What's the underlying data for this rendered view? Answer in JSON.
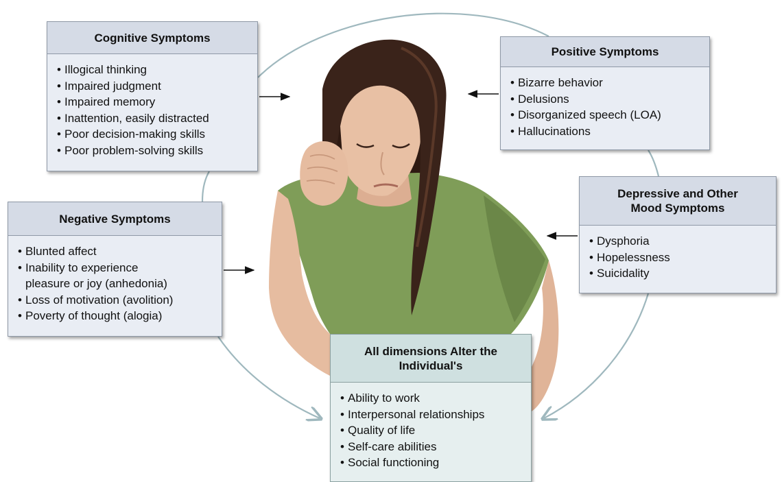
{
  "boxes": {
    "cognitive": {
      "title": "Cognitive Symptoms",
      "items": [
        "Illogical thinking",
        "Impaired judgment",
        "Impaired memory",
        "Inattention, easily distracted",
        "Poor decision-making skills",
        "Poor problem-solving skills"
      ]
    },
    "positive": {
      "title": "Positive Symptoms",
      "items": [
        "Bizarre behavior",
        "Delusions",
        "Disorganized speech (LOA)",
        "Hallucinations"
      ]
    },
    "negative": {
      "title": "Negative Symptoms",
      "items": [
        "Blunted affect",
        "Inability to experience",
        "pleasure or joy (anhedonia)",
        "Loss of motivation (avolition)",
        "Poverty of thought (alogia)"
      ]
    },
    "depressive": {
      "title_line1": "Depressive and Other",
      "title_line2": "Mood Symptoms",
      "items": [
        "Dysphoria",
        "Hopelessness",
        "Suicidality"
      ]
    },
    "dimensions": {
      "title_line1": "All dimensions Alter the",
      "title_line2": "Individual's",
      "items": [
        "Ability to work",
        "Interpersonal relationships",
        "Quality of life",
        "Self-care abilities",
        "Social functioning"
      ]
    }
  },
  "colors": {
    "box_fill": "#e9edf4",
    "box_header": "#d5dbe6",
    "outcome_fill": "#e6efef",
    "outcome_header": "#cfe0e0",
    "cycle_line": "#9fb8be",
    "shirt": "#7f9d58",
    "hair": "#3a231a",
    "skin": "#e6bca0"
  }
}
